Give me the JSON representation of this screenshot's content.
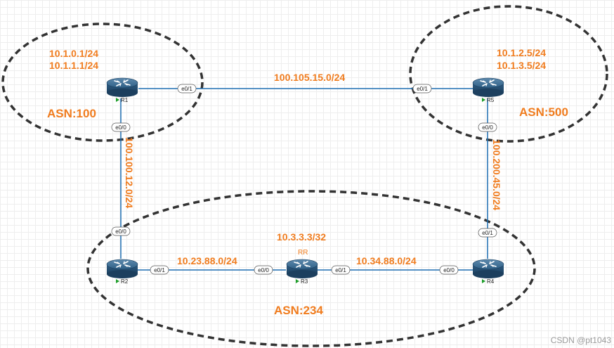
{
  "asns": {
    "as100": "ASN:100",
    "as500": "ASN:500",
    "as234": "ASN:234"
  },
  "networks": {
    "r1_r5": "100.105.15.0/24",
    "r1_r2": "100.100.12.0/24",
    "r5_r4": "100.200.45.0/24",
    "r2_r3": "10.23.88.0/24",
    "r3_r4": "10.34.88.0/24"
  },
  "addresses": {
    "r1_line1": "10.1.0.1/24",
    "r1_line2": "10.1.1.1/24",
    "r5_line1": "10.1.2.5/24",
    "r5_line2": "10.1.3.5/24",
    "r3": "10.3.3.3/32"
  },
  "routers": {
    "r1": {
      "name": "R1"
    },
    "r2": {
      "name": "R2"
    },
    "r3": {
      "name": "R3",
      "role": "RR"
    },
    "r4": {
      "name": "R4"
    },
    "r5": {
      "name": "R5"
    }
  },
  "interfaces": {
    "r1_to_r5": "e0/1",
    "r5_to_r1": "e0/1",
    "r1_to_r2": "e0/0",
    "r2_to_r1": "e0/0",
    "r5_to_r4": "e0/0",
    "r4_to_r5": "e0/1",
    "r2_to_r3": "e0/1",
    "r3_to_r2": "e0/0",
    "r3_to_r4": "e0/1",
    "r4_to_r3": "e0/0"
  },
  "colors": {
    "accent": "#f07c1e",
    "link": "#1f6fb2",
    "router": "#2a5c82"
  },
  "watermark": "CSDN @pt1043"
}
